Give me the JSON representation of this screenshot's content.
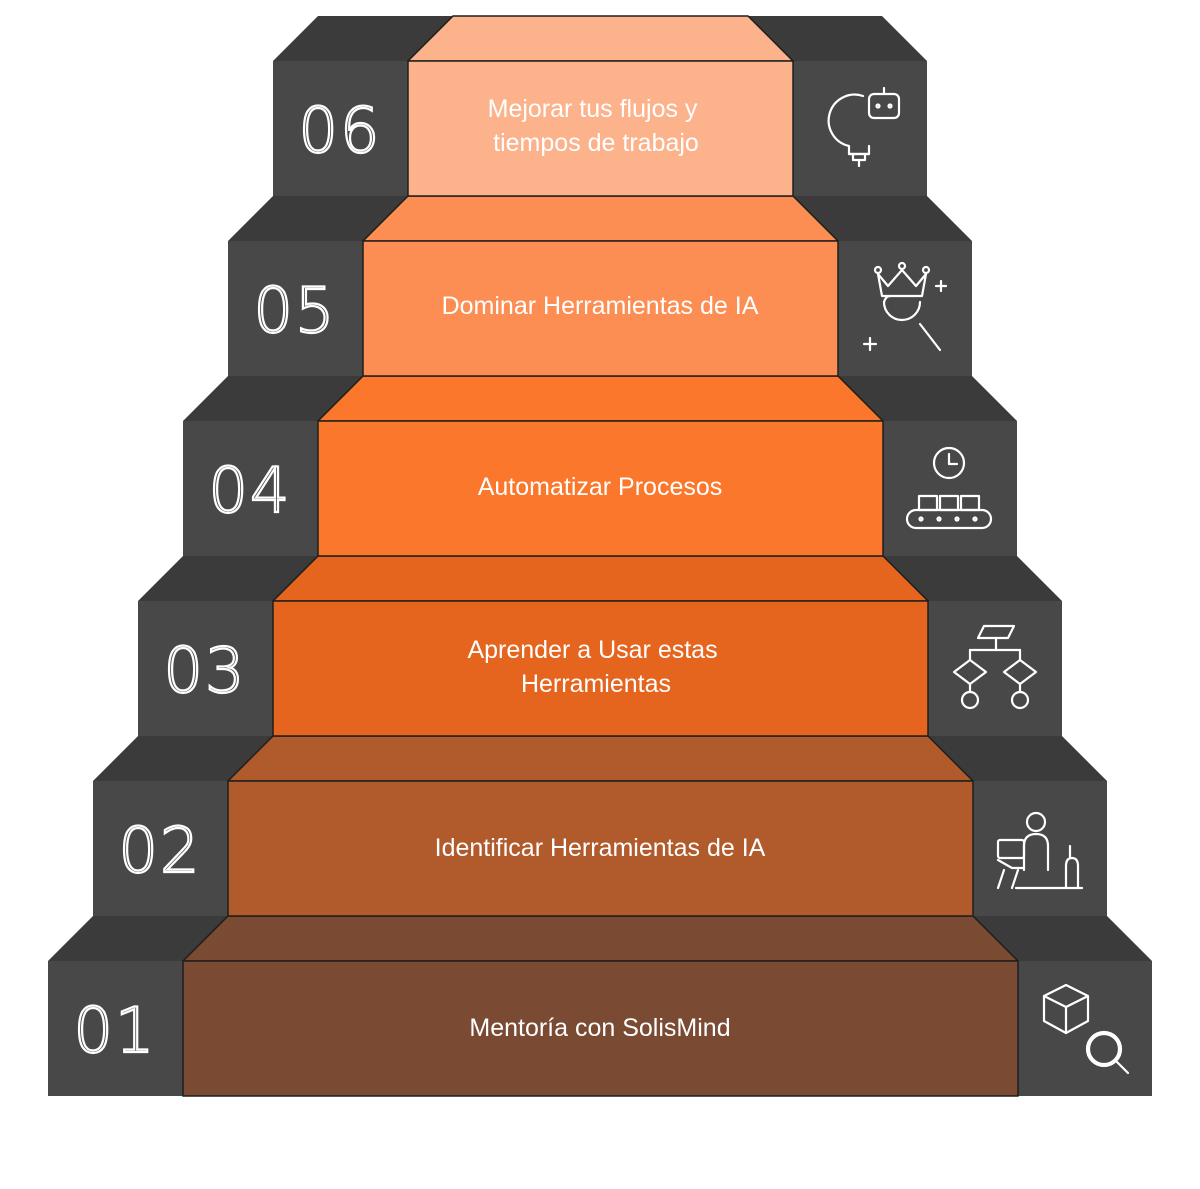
{
  "steps": [
    {
      "number": "01",
      "label_lines": [
        "Mentoría con SolisMind"
      ],
      "color": "#7a4a33",
      "icon": "cube-search-icon"
    },
    {
      "number": "02",
      "label_lines": [
        "Identificar Herramientas de IA"
      ],
      "color": "#b15a2b",
      "icon": "person-laptop-icon"
    },
    {
      "number": "03",
      "label_lines": [
        "Aprender a Usar estas",
        "Herramientas"
      ],
      "color": "#e5651f",
      "icon": "flowchart-icon"
    },
    {
      "number": "04",
      "label_lines": [
        "Automatizar Procesos"
      ],
      "color": "#fb772b",
      "icon": "clock-conveyor-icon"
    },
    {
      "number": "05",
      "label_lines": [
        "Dominar Herramientas de IA"
      ],
      "color": "#fc8e53",
      "icon": "crown-search-icon"
    },
    {
      "number": "06",
      "label_lines": [
        "Mejorar tus flujos y",
        "tiempos de trabajo"
      ],
      "color": "#fcb28b",
      "icon": "bulb-robot-icon"
    }
  ],
  "colors": {
    "block": "#484848",
    "block_top": "#3b3b3b",
    "text": "#ffffff"
  }
}
